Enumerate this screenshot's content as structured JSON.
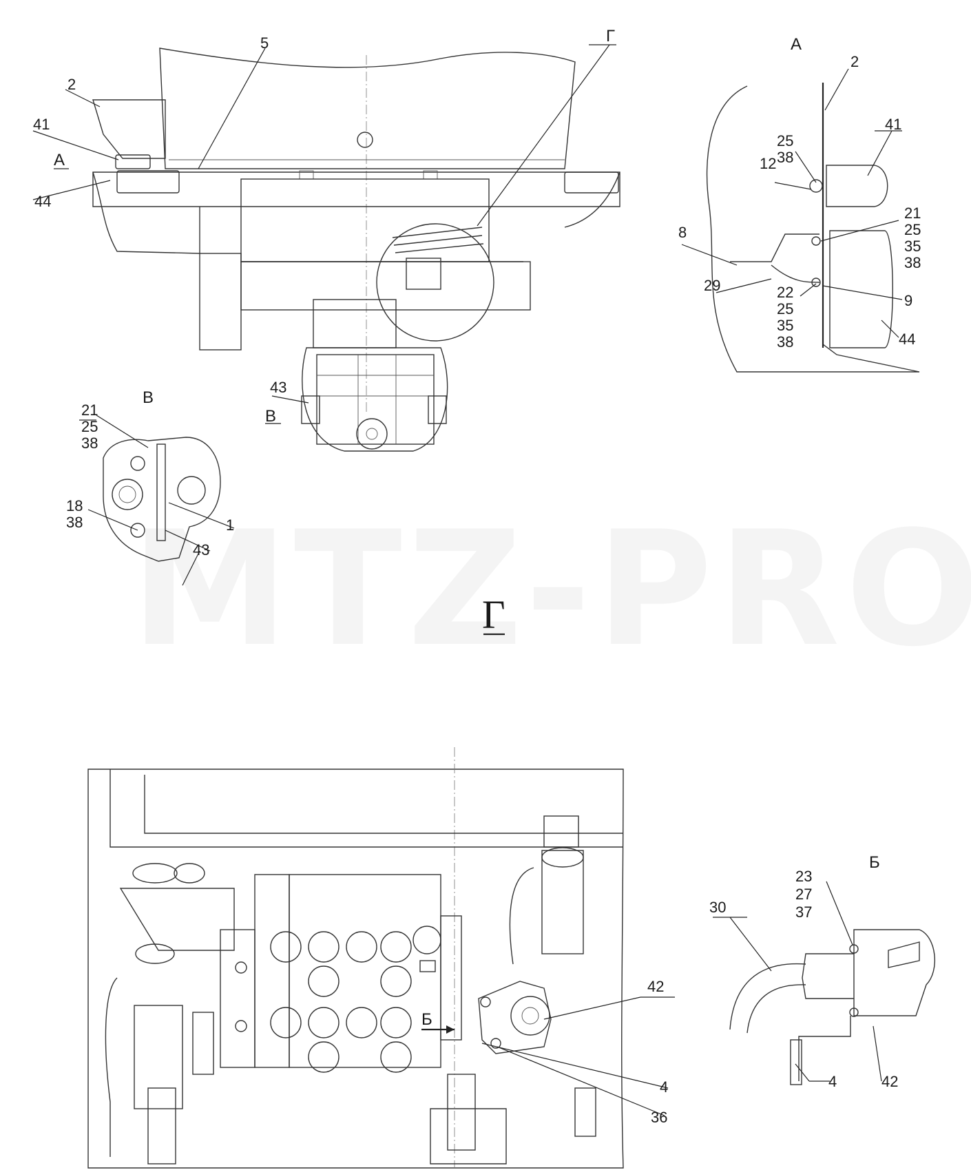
{
  "watermark": "MTZ-PRO",
  "views": {
    "main": {
      "callouts": [
        "5",
        "2",
        "41",
        "44",
        "43"
      ],
      "view_refs": [
        "Г",
        "А",
        "В"
      ]
    },
    "view_a": {
      "title": "А",
      "callouts": [
        "2",
        "41",
        "12",
        "8",
        "29",
        "9",
        "44"
      ],
      "stacks": [
        [
          "25",
          "38"
        ],
        [
          "21",
          "25",
          "35",
          "38"
        ],
        [
          "22",
          "25",
          "35",
          "38"
        ]
      ]
    },
    "view_v": {
      "title": "В",
      "callouts": [
        "1",
        "43"
      ],
      "stacks": [
        [
          "21",
          "25",
          "38"
        ],
        [
          "18",
          "38"
        ]
      ]
    },
    "view_g": {
      "title": "Г",
      "callouts": [
        "42",
        "4",
        "36"
      ],
      "arrow_label": "Б"
    },
    "view_b": {
      "title": "Б",
      "callouts": [
        "30",
        "4",
        "42"
      ],
      "stacks": [
        [
          "23",
          "27",
          "37"
        ]
      ]
    }
  }
}
